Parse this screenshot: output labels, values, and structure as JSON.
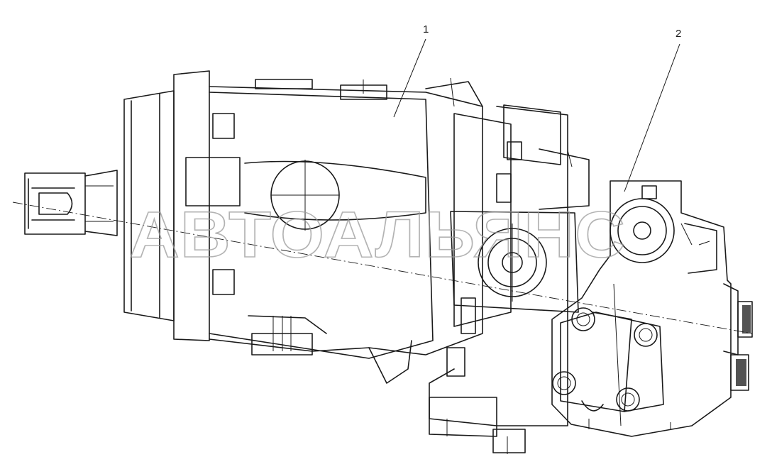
{
  "callouts": [
    {
      "id": "1",
      "label": "1"
    },
    {
      "id": "2",
      "label": "2"
    }
  ],
  "watermark": "АВТОАЛЬЯНС",
  "colors": {
    "line": "#1a1a1a",
    "watermark": "#9a9a9a",
    "background": "#ffffff"
  }
}
